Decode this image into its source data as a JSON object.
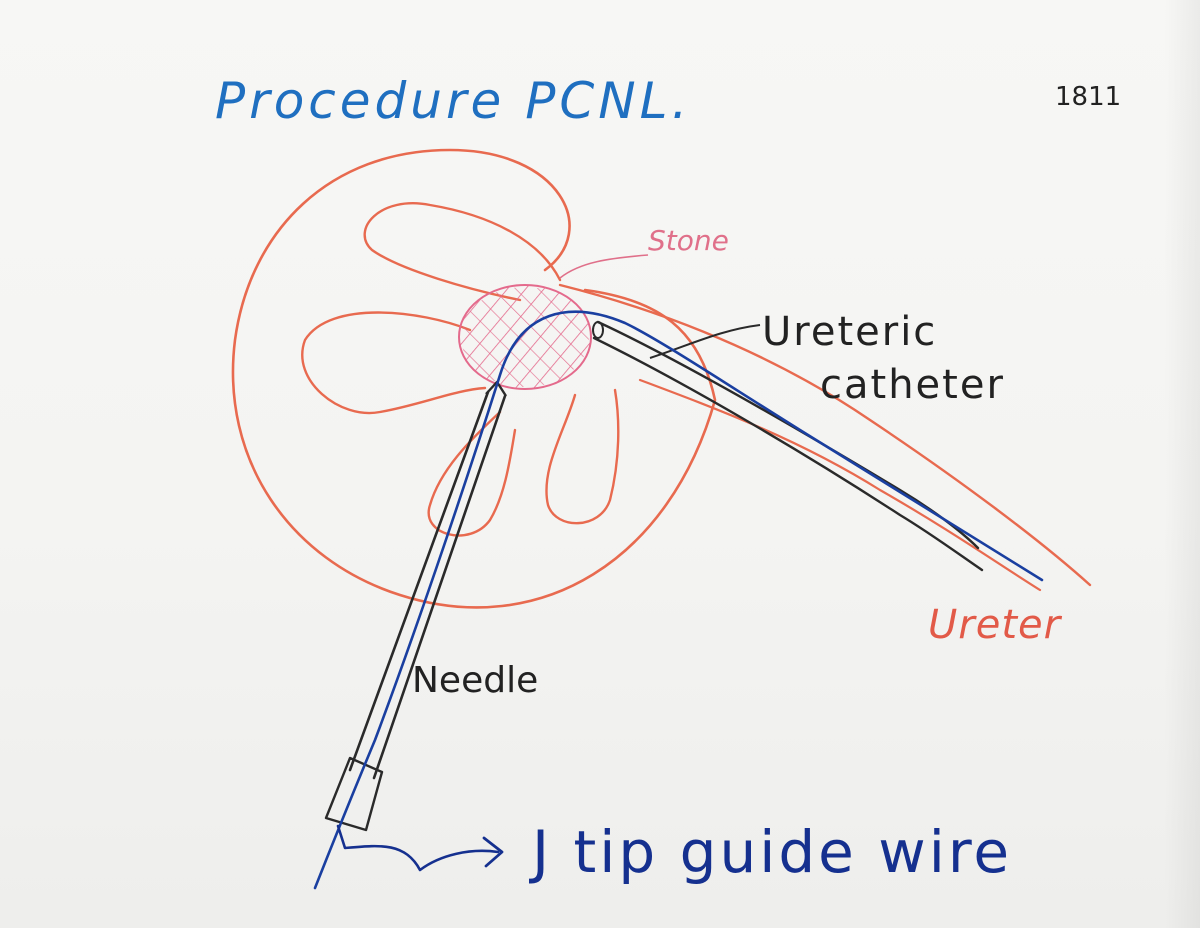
{
  "title": "Procedure PCNL.",
  "page_number": "1811",
  "labels": {
    "stone": "Stone",
    "ureteric_catheter_line1": "Ureteric",
    "ureteric_catheter_line2": "catheter",
    "ureter": "Ureter",
    "needle": "Needle",
    "guide_wire": "J tip guide wire"
  },
  "colors": {
    "kidney": "#e86a4f",
    "stone": "#e46a8c",
    "stone_label": "#e0708a",
    "wire": "#1a3fa0",
    "needle": "#2a2a2a",
    "title": "#1f6fc0",
    "text": "#222222",
    "ureter_label": "#e25a48",
    "guide_label": "#15308f"
  }
}
